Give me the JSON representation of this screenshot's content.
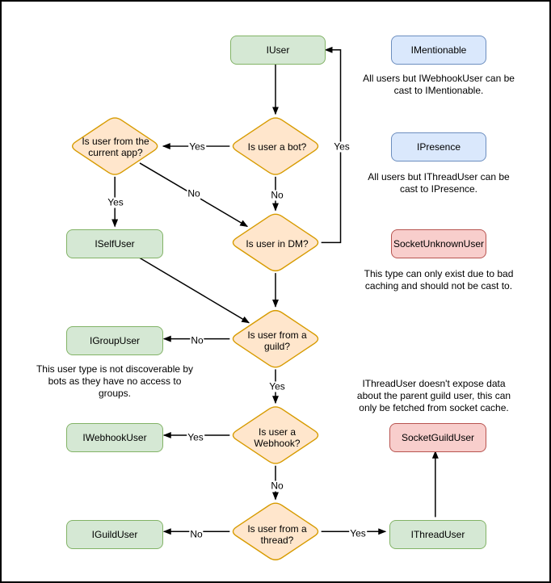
{
  "diagram": {
    "nodes": [
      {
        "id": "iuser",
        "label": "IUser",
        "kind": "box",
        "color": "green"
      },
      {
        "id": "imentionable",
        "label": "IMentionable",
        "kind": "box",
        "color": "blue"
      },
      {
        "id": "ipresence",
        "label": "IPresence",
        "kind": "box",
        "color": "blue"
      },
      {
        "id": "socketunknownuser",
        "label": "SocketUnknownUser",
        "kind": "box",
        "color": "red"
      },
      {
        "id": "iselfuser",
        "label": "ISelfUser",
        "kind": "box",
        "color": "green"
      },
      {
        "id": "igroupuser",
        "label": "IGroupUser",
        "kind": "box",
        "color": "green"
      },
      {
        "id": "iwebhookuser",
        "label": "IWebhookUser",
        "kind": "box",
        "color": "green"
      },
      {
        "id": "iguilduser",
        "label": "IGuildUser",
        "kind": "box",
        "color": "green"
      },
      {
        "id": "socketguilduser",
        "label": "SocketGuildUser",
        "kind": "box",
        "color": "red"
      },
      {
        "id": "ithreaduser",
        "label": "IThreadUser",
        "kind": "box",
        "color": "green"
      },
      {
        "id": "d-bot",
        "label": "Is user a bot?",
        "kind": "diamond",
        "color": "orange"
      },
      {
        "id": "d-app",
        "label": "Is user from the\ncurrent app?",
        "kind": "diamond",
        "color": "orange"
      },
      {
        "id": "d-dm",
        "label": "Is user in DM?",
        "kind": "diamond",
        "color": "orange"
      },
      {
        "id": "d-guild",
        "label": "Is user from a\nguild?",
        "kind": "diamond",
        "color": "orange"
      },
      {
        "id": "d-webhook",
        "label": "Is user a\nWebhook?",
        "kind": "diamond",
        "color": "orange"
      },
      {
        "id": "d-thread",
        "label": "Is user from a\nthread?",
        "kind": "diamond",
        "color": "orange"
      }
    ],
    "edges": [
      {
        "id": "e-iuser-bot",
        "from": "iuser",
        "to": "d-bot",
        "label": ""
      },
      {
        "id": "e-bot-app",
        "from": "d-bot",
        "to": "d-app",
        "label": "Yes"
      },
      {
        "id": "e-bot-dm",
        "from": "d-bot",
        "to": "d-dm",
        "label": "No"
      },
      {
        "id": "e-app-self",
        "from": "d-app",
        "to": "iselfuser",
        "label": "Yes"
      },
      {
        "id": "e-app-dm",
        "from": "d-app",
        "to": "d-dm",
        "label": "No"
      },
      {
        "id": "e-dm-iuser",
        "from": "d-dm",
        "to": "iuser",
        "label": "Yes"
      },
      {
        "id": "e-self-guild",
        "from": "iselfuser",
        "to": "d-guild",
        "label": ""
      },
      {
        "id": "e-dm-guild",
        "from": "d-dm",
        "to": "d-guild",
        "label": ""
      },
      {
        "id": "e-guild-group",
        "from": "d-guild",
        "to": "igroupuser",
        "label": "No"
      },
      {
        "id": "e-guild-webhook",
        "from": "d-guild",
        "to": "d-webhook",
        "label": "Yes"
      },
      {
        "id": "e-webhook-iwebhook",
        "from": "d-webhook",
        "to": "iwebhookuser",
        "label": "Yes"
      },
      {
        "id": "e-webhook-thread",
        "from": "d-webhook",
        "to": "d-thread",
        "label": "No"
      },
      {
        "id": "e-thread-iguild",
        "from": "d-thread",
        "to": "iguilduser",
        "label": "No"
      },
      {
        "id": "e-thread-ithread",
        "from": "d-thread",
        "to": "ithreaduser",
        "label": "Yes"
      },
      {
        "id": "e-ithread-socketguild",
        "from": "ithreaduser",
        "to": "socketguilduser",
        "label": ""
      }
    ],
    "captions": [
      {
        "id": "cap-imentionable",
        "text": "All users but IWebhookUser can be\ncast to IMentionable."
      },
      {
        "id": "cap-ipresence",
        "text": "All users but IThreadUser can be\ncast to IPresence."
      },
      {
        "id": "cap-socketunknownuser",
        "text": "This type can only exist due to bad\ncaching and should not be cast to."
      },
      {
        "id": "cap-igroupuser",
        "text": "This user type is not discoverable by\nbots as they have no access to\ngroups."
      },
      {
        "id": "cap-ithreaduser",
        "text": "IThreadUser doesn't expose data\nabout the parent guild user, this can\nonly be fetched from socket cache."
      }
    ],
    "palette": {
      "green": {
        "fill": "#d5e8d4",
        "stroke": "#82b366"
      },
      "blue": {
        "fill": "#dae8fc",
        "stroke": "#6c8ebf"
      },
      "red": {
        "fill": "#f8cecc",
        "stroke": "#b85450"
      },
      "orange": {
        "fill": "#ffe6cc",
        "stroke": "#d79b00"
      }
    },
    "edge_color": "#000000"
  }
}
